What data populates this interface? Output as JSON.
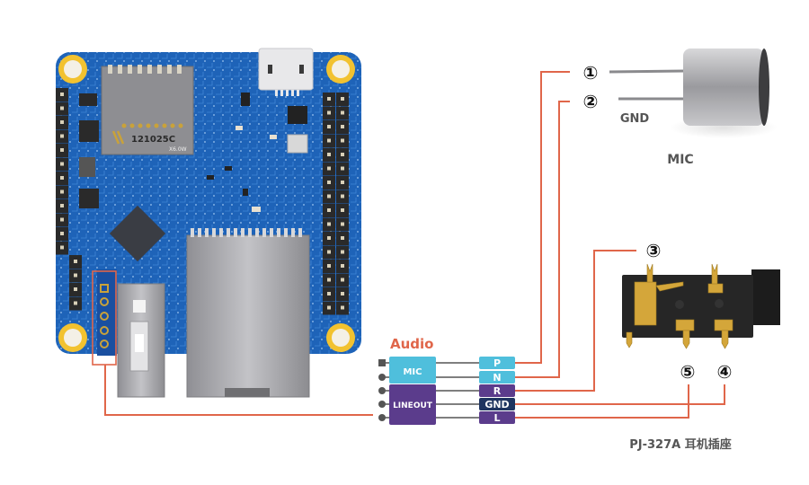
{
  "colors": {
    "wire": "#e0664a",
    "mic_block": "#4fbfdc",
    "lineout_block": "#5b3c8c",
    "gnd_block": "#1f3560",
    "pcb_blue": "#1e63b8",
    "gold": "#f2c230",
    "metal": "#a9a9ad",
    "header": "#2a2a2a",
    "audio_title": "#e0664a",
    "label_gray": "#555555"
  },
  "board": {
    "sd_slot_text": "121025C",
    "sd_slot_subtext": "X6.0W"
  },
  "audio": {
    "title": "Audio",
    "groups": [
      {
        "label": "MIC"
      },
      {
        "label": "LINEOUT"
      }
    ],
    "pins": [
      {
        "label": "P"
      },
      {
        "label": "N"
      },
      {
        "label": "R"
      },
      {
        "label": "GND"
      },
      {
        "label": "L"
      }
    ]
  },
  "mic": {
    "title": "MIC",
    "pin1": "①",
    "pin2": "②",
    "gnd_label": "GND"
  },
  "jack": {
    "title": "PJ-327A 耳机插座",
    "pin3": "③",
    "pin4": "④",
    "pin5": "⑤"
  }
}
